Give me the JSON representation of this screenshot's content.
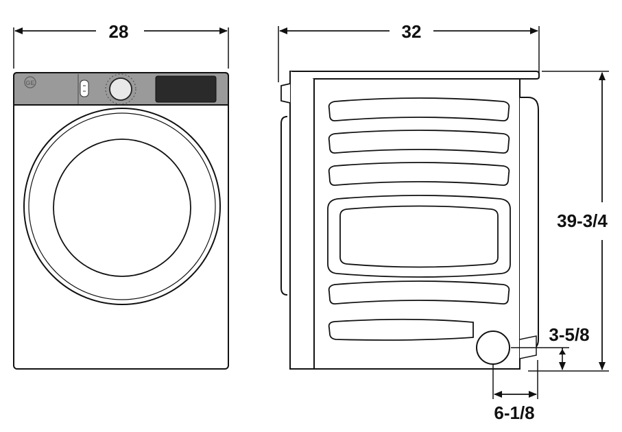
{
  "dimensions": {
    "front_width": "28",
    "side_depth": "32",
    "height": "39-3/4",
    "vent_height": "3-5/8",
    "vent_offset": "6-1/8"
  },
  "logo_text": "GE",
  "colors": {
    "line": "#111111",
    "panel": "#9a9a9a",
    "display": "#2a2a2a",
    "background": "#ffffff"
  }
}
